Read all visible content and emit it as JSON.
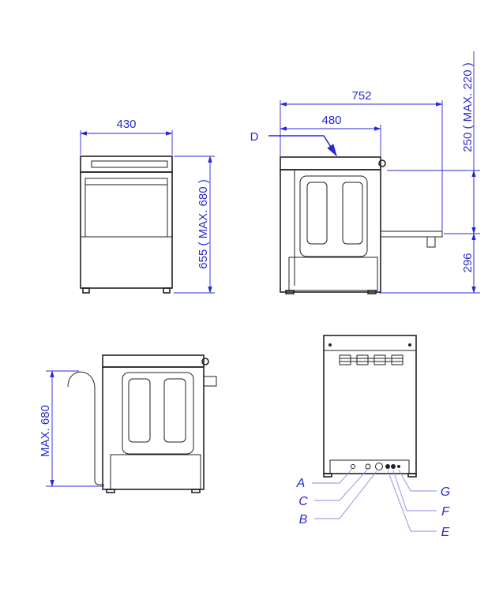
{
  "front_view": {
    "width_dim": "430",
    "height_dim": "655 ( MAX. 680 )"
  },
  "side_view": {
    "total_depth_dim": "752",
    "depth_dim": "480",
    "detail_label": "D",
    "clearance_dim": "250 ( MAX. 220 )",
    "shelf_height_dim": "296"
  },
  "hose_view": {
    "hose_height_dim": "MAX. 680"
  },
  "rear_view": {
    "connections": [
      "A",
      "C",
      "B",
      "G",
      "F",
      "E"
    ]
  },
  "colors": {
    "dimension": "#2a2ad0",
    "outline": "#222222"
  }
}
